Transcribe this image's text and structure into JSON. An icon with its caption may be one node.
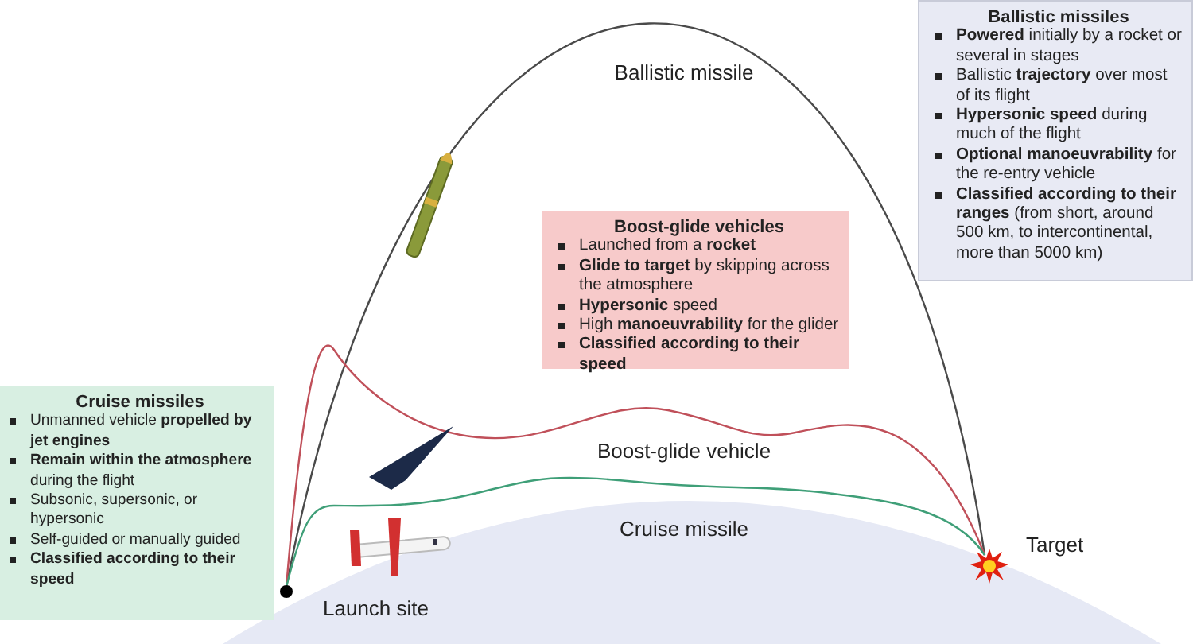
{
  "diagram": {
    "nodes": [
      {
        "text": [],
        "shape": "circle",
        "beside": [
          "Launch site"
        ]
      },
      {
        "text": [],
        "shape": "picture",
        "beside": [
          "Target"
        ]
      },
      {
        "text": [
          "Cruise missiles",
          "Unmanned vehicle **propelled by jet engines**",
          "**Remain within the atmosphere** during the flight",
          "Subsonic, supersonic, or hypersonic",
          "Self-guided or manually guided",
          "**Classified according to their speed**"
        ]
      },
      {
        "text": [
          "Boost-glide vehicles",
          "Launched from a **rocket**",
          "**Glide to target** by skipping across the atmosphere",
          "**Hypersonic** speed",
          "High **manoeuvrability** for the glider",
          "**Classified according to their speed**"
        ]
      },
      {
        "text": [
          "Ballistic missiles",
          "**Powered** initially by a rocket or several in stages",
          "Ballistic **trajectory** over most of its flight",
          "**Hypersonic speed** during much of the flight",
          "**Optional manoeuvrability** for the re-entry vehicle",
          "**Classified according to their ranges** (from short, around 500 km, to intercontinental, more than 5000 km)"
        ]
      }
    ],
    "edges": [
      {
        "from": 0,
        "to": 1,
        "arrow": "none",
        "label": "Ballistic missile",
        "color": "#4a4a4a"
      },
      {
        "from": 0,
        "to": 1,
        "arrow": "none",
        "label": "Boost-glide vehicle",
        "color": "#c0505a"
      },
      {
        "from": 0,
        "to": 1,
        "arrow": "none",
        "label": "Cruise missile",
        "color": "#3f9f78"
      }
    ]
  }
}
